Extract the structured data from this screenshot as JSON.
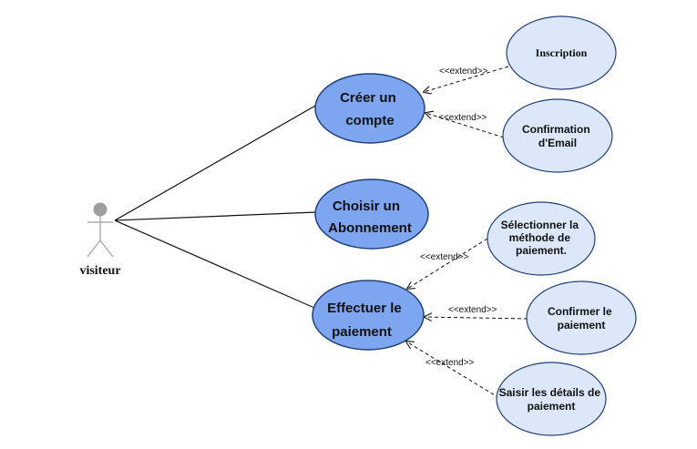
{
  "actor": {
    "label": "visiteur",
    "color": "#9e9e9e"
  },
  "colors": {
    "main_fill": "#7ea6f0",
    "sub_fill": "#dce8fa",
    "stroke": "#1f3f7a",
    "line": "#111111"
  },
  "stereotype": "<<extend>>",
  "use_cases": {
    "creer_compte": [
      "Créer un",
      "compte"
    ],
    "choisir_abonnement": [
      "Choisir un",
      "Abonnement"
    ],
    "effectuer_paiement": [
      "Effectuer le",
      "paiement"
    ],
    "inscription": [
      "Inscription"
    ],
    "confirmation_email": [
      "Confirmation",
      "d'Email"
    ],
    "selectionner_methode": [
      "Sélectionner la",
      "méthode de",
      "paiement."
    ],
    "confirmer_paiement": [
      "Confirmer le",
      "paiement"
    ],
    "saisir_details": [
      "Saisir les détails de",
      "paiement"
    ]
  }
}
